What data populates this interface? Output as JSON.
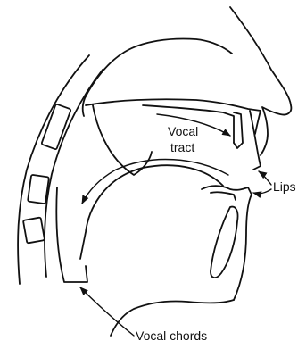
{
  "labels": {
    "vocal_tract_line1": "Vocal",
    "vocal_tract_line2": "tract",
    "lips": "Lips",
    "vocal_chords": "Vocal chords"
  }
}
